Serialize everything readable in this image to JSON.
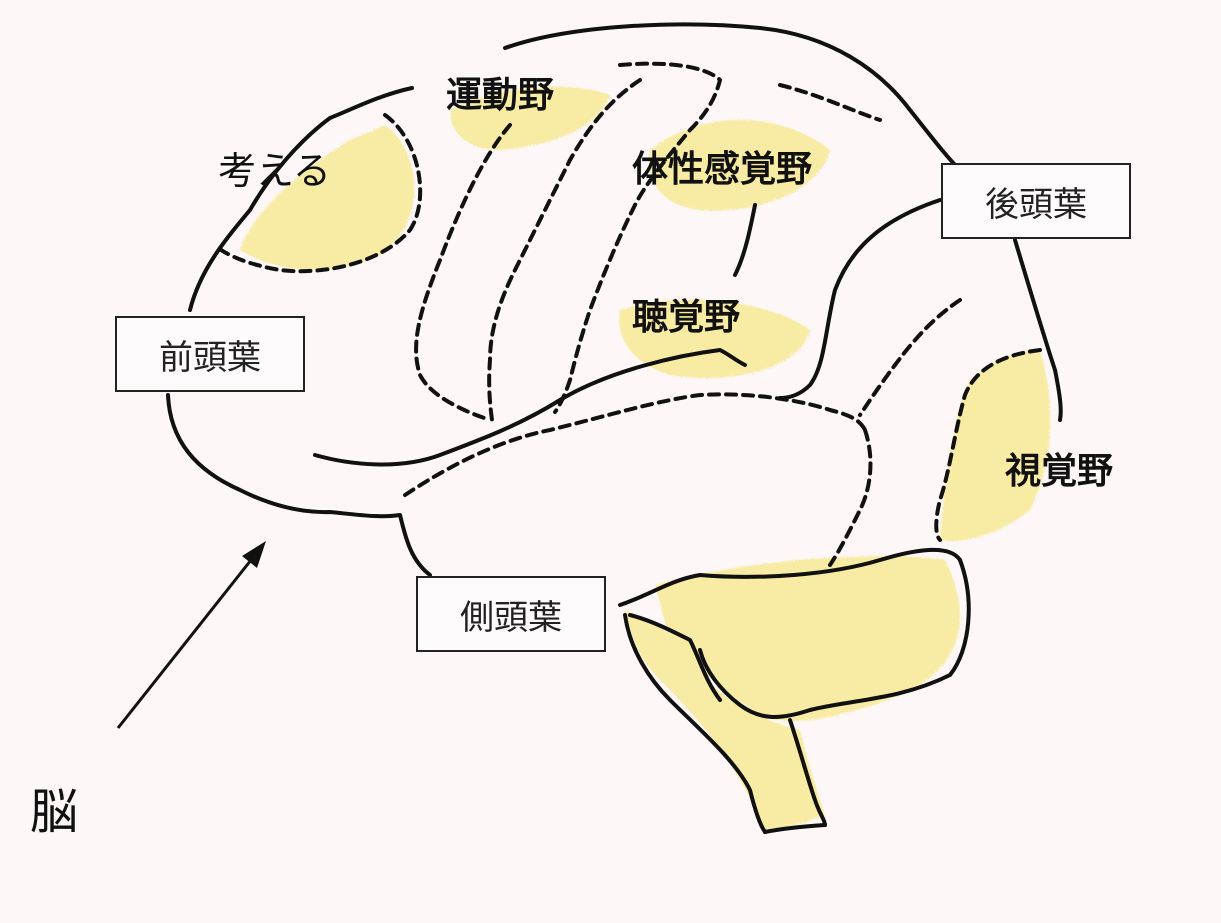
{
  "colors": {
    "background": "#fdf7f7",
    "highlight": "#f7e98a",
    "outline": "#111111"
  },
  "labels": {
    "motor_area": "運動野",
    "thinking": "考える",
    "somatosensory": "体性感覚野",
    "auditory": "聴覚野",
    "visual": "視覚野",
    "brain": "脳"
  },
  "lobes": {
    "occipital": "後頭葉",
    "frontal": "前頭葉",
    "temporal": "側頭葉"
  }
}
